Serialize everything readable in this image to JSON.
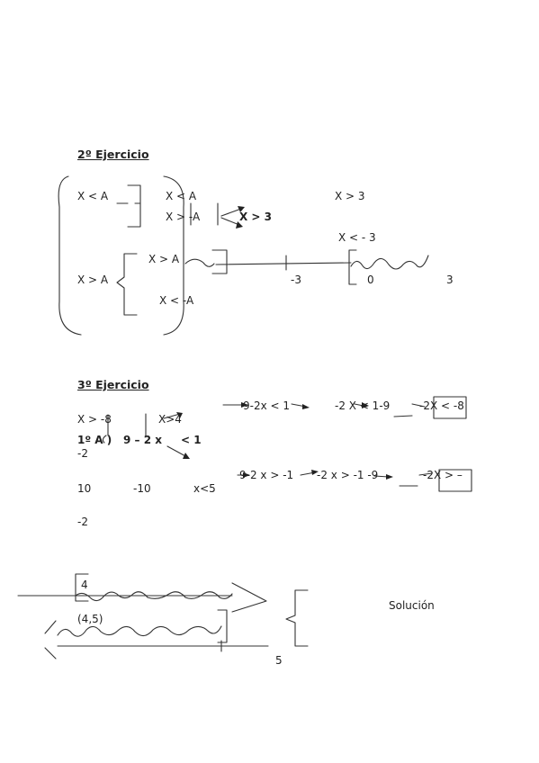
{
  "ex2": {
    "heading": "2º Ejercicio",
    "line1_left": "X   <  A",
    "line1_mid": "X < A",
    "line1_right": "X > 3",
    "line2_mid": "X > -A",
    "line2_right": "X > 3",
    "line3_right": "X < - 3",
    "gt_upper": "X > A",
    "gt_left": "X >   A",
    "gt_lower": "X < -A",
    "num_neg3": "-3",
    "num_0": "0",
    "num_3": "3"
  },
  "ex3": {
    "heading": "3º Ejercicio",
    "row1_left": "X >   -8",
    "row1_mid": "X>4",
    "row1_chain_a": "9-2x < 1",
    "row1_chain_b": "-2 X < 1-9",
    "row1_chain_c": "-2X < -8",
    "row2_a": "1º A )",
    "row2_b": "9 – 2 x",
    "row2_c": "< 1",
    "row3": "-2",
    "row4_chain_a": "9-2 x > -1",
    "row4_chain_b": "-2 x > -1 -9",
    "row4_chain_c": "-2X > –",
    "row5_a": "10",
    "row5_b": "-10",
    "row5_c": "x<5",
    "row6": "-2"
  },
  "sol": {
    "num_4": "4",
    "interval": "(4,5)",
    "num_5": "5",
    "label": "Solución"
  }
}
